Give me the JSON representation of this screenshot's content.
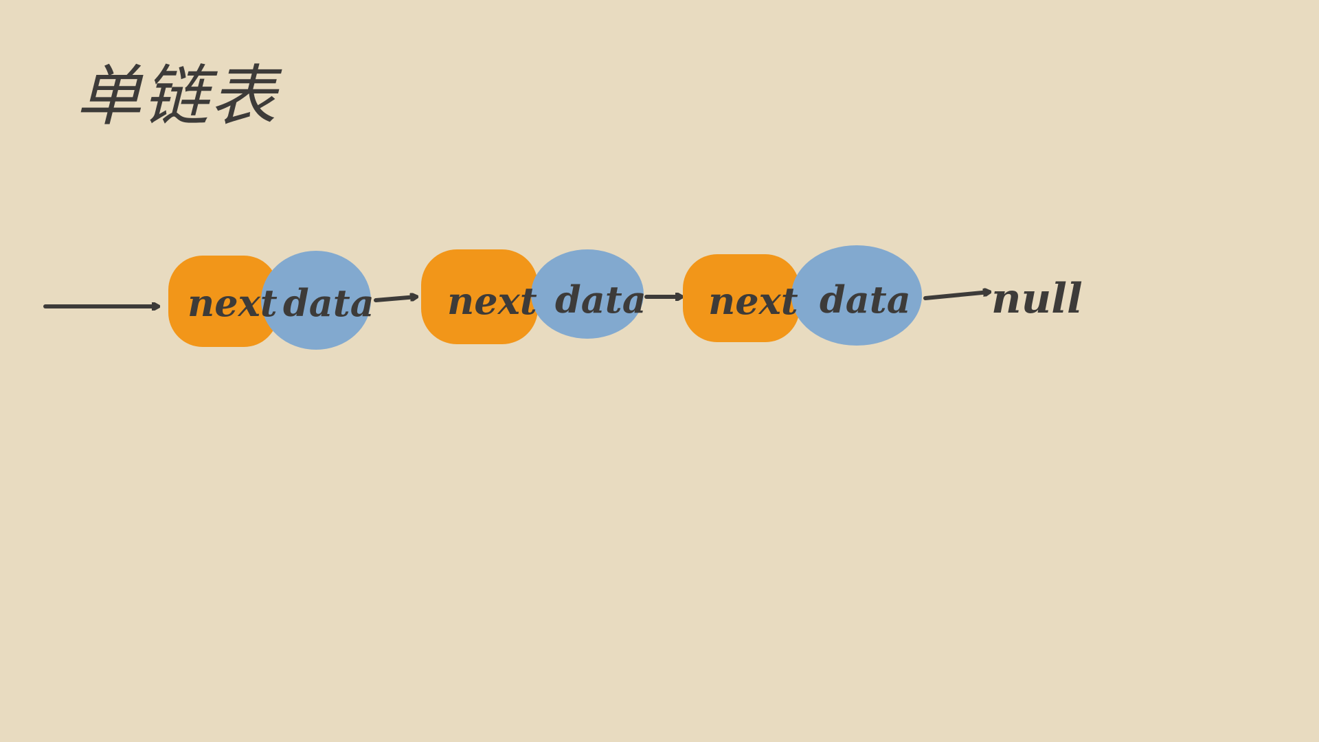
{
  "title": "单链表",
  "colors": {
    "background": "#e8dbc0",
    "next_block": "#f29619",
    "data_block": "#82a9cf",
    "ink": "#3d3b39"
  },
  "nodes": [
    {
      "next_label": "next",
      "data_label": "data"
    },
    {
      "next_label": "next",
      "data_label": "data"
    },
    {
      "next_label": "next",
      "data_label": "data"
    }
  ],
  "terminal": "null"
}
